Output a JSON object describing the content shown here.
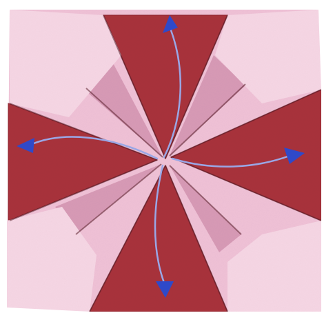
{
  "photo": {
    "subject": "origami-fold-step",
    "colors": {
      "background": "#ffffff",
      "paper_light": "#efc1d6",
      "paper_light_edge": "#f6d6e4",
      "paper_shadow": "#d79ab6",
      "paper_dark": "#a8333c",
      "paper_dark_deep": "#8e2430",
      "crease": "#5a1f2a",
      "arrow": "#2f49c9",
      "arrow_stem": "#9aa7e6"
    },
    "arrows": [
      {
        "direction": "up"
      },
      {
        "direction": "left"
      },
      {
        "direction": "right"
      },
      {
        "direction": "down"
      }
    ]
  }
}
